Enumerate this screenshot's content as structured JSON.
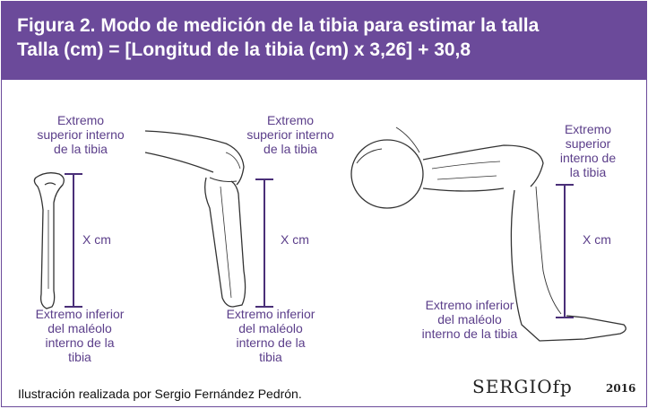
{
  "header": {
    "title_line1": "Figura 2. Modo de medición de la tibia para estimar la talla",
    "title_line2": "Talla (cm) = [Longitud de la tibia (cm) x 3,26] + 30,8"
  },
  "panels": [
    {
      "top_label": [
        "Extremo",
        "superior interno",
        "de la tibia"
      ],
      "measure_label": "X cm",
      "bottom_label": [
        "Extremo inferior",
        "del maléolo",
        "interno de la",
        "tibia"
      ]
    },
    {
      "top_label": [
        "Extremo",
        "superior interno",
        "de la tibia"
      ],
      "measure_label": "X cm",
      "bottom_label": [
        "Extremo inferior",
        "del maléolo",
        "interno de la",
        "tibia"
      ]
    },
    {
      "top_label": [
        "Extremo",
        "superior",
        "interno de",
        "la tibia"
      ],
      "measure_label": "X cm",
      "bottom_label": [
        "Extremo inferior",
        "del maléolo",
        "interno de la tibia"
      ]
    }
  ],
  "footer": {
    "credit": "Ilustración realizada por Sergio Fernández Pedrón.",
    "signature": "SERGIOfp",
    "year": "2016"
  },
  "colors": {
    "header_bg": "#6b4a9a",
    "label": "#5b3e8a",
    "measure_line": "#4a2f78",
    "drawing": "#333333"
  }
}
